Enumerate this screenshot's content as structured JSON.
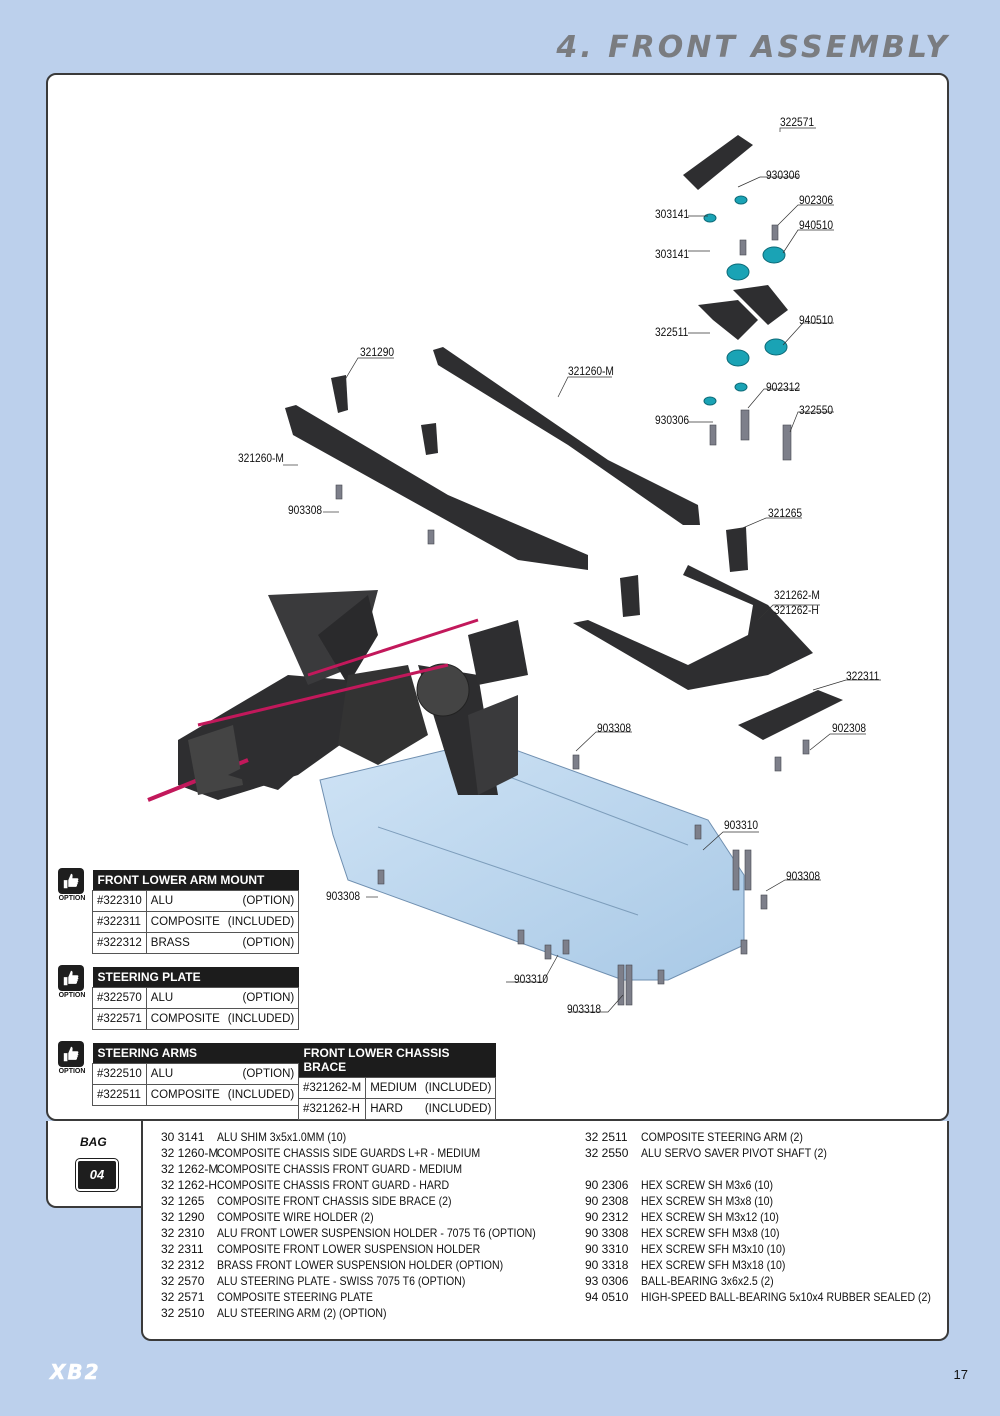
{
  "header": {
    "title": "4. FRONT ASSEMBLY"
  },
  "labels": [
    {
      "id": "322571",
      "text": "322571"
    },
    {
      "id": "930306a",
      "text": "930306"
    },
    {
      "id": "303141a",
      "text": "303141"
    },
    {
      "id": "902306",
      "text": "902306"
    },
    {
      "id": "940510a",
      "text": "940510"
    },
    {
      "id": "303141b",
      "text": "303141"
    },
    {
      "id": "322511",
      "text": "322511"
    },
    {
      "id": "940510b",
      "text": "940510"
    },
    {
      "id": "321290",
      "text": "321290"
    },
    {
      "id": "321260a",
      "text": "321260-M"
    },
    {
      "id": "902312",
      "text": "902312"
    },
    {
      "id": "930306b",
      "text": "930306"
    },
    {
      "id": "322550",
      "text": "322550"
    },
    {
      "id": "321260b",
      "text": "321260-M"
    },
    {
      "id": "903308a",
      "text": "903308"
    },
    {
      "id": "321265",
      "text": "321265"
    },
    {
      "id": "321262m",
      "text": "321262-M"
    },
    {
      "id": "321262h",
      "text": "321262-H"
    },
    {
      "id": "322311",
      "text": "322311"
    },
    {
      "id": "903308b",
      "text": "903308"
    },
    {
      "id": "902308",
      "text": "902308"
    },
    {
      "id": "903310a",
      "text": "903310"
    },
    {
      "id": "903308c",
      "text": "903308"
    },
    {
      "id": "903308d",
      "text": "903308"
    },
    {
      "id": "903310b",
      "text": "903310"
    },
    {
      "id": "903318",
      "text": "903318"
    }
  ],
  "option_caption": "OPTION",
  "option_tables": [
    {
      "title": "FRONT LOWER ARM MOUNT",
      "rows": [
        {
          "code": "#322310",
          "material": "ALU",
          "status": "(OPTION)"
        },
        {
          "code": "#322311",
          "material": "COMPOSITE",
          "status": "(INCLUDED)"
        },
        {
          "code": "#322312",
          "material": "BRASS",
          "status": "(OPTION)"
        }
      ]
    },
    {
      "title": "STEERING PLATE",
      "rows": [
        {
          "code": "#322570",
          "material": "ALU",
          "status": "(OPTION)"
        },
        {
          "code": "#322571",
          "material": "COMPOSITE",
          "status": "(INCLUDED)"
        }
      ]
    },
    {
      "title": "STEERING ARMS",
      "rows": [
        {
          "code": "#322510",
          "material": "ALU",
          "status": "(OPTION)"
        },
        {
          "code": "#322511",
          "material": "COMPOSITE",
          "status": "(INCLUDED)"
        }
      ]
    },
    {
      "title": "FRONT LOWER CHASSIS BRACE",
      "rows": [
        {
          "code": "#321262-M",
          "material": "MEDIUM",
          "status": "(INCLUDED)"
        },
        {
          "code": "#321262-H",
          "material": "HARD",
          "status": "(INCLUDED)"
        }
      ]
    }
  ],
  "bag": {
    "label": "BAG",
    "number": "04"
  },
  "parts_left": [
    {
      "num": "30 3141",
      "desc": "ALU SHIM 3x5x1.0MM (10)"
    },
    {
      "num": "32 1260-M",
      "desc": "COMPOSITE CHASSIS SIDE GUARDS L+R - MEDIUM"
    },
    {
      "num": "32 1262-M",
      "desc": "COMPOSITE CHASSIS FRONT GUARD - MEDIUM"
    },
    {
      "num": "32 1262-H",
      "desc": "COMPOSITE CHASSIS FRONT GUARD - HARD"
    },
    {
      "num": "32 1265",
      "desc": "COMPOSITE FRONT CHASSIS SIDE BRACE (2)"
    },
    {
      "num": "32 1290",
      "desc": "COMPOSITE WIRE HOLDER (2)"
    },
    {
      "num": "32 2310",
      "desc": "ALU FRONT LOWER SUSPENSION HOLDER - 7075 T6 (OPTION)"
    },
    {
      "num": "32 2311",
      "desc": "COMPOSITE FRONT LOWER SUSPENSION HOLDER"
    },
    {
      "num": "32 2312",
      "desc": "BRASS FRONT LOWER SUSPENSION HOLDER (OPTION)"
    },
    {
      "num": "32 2570",
      "desc": "ALU STEERING PLATE - SWISS 7075 T6 (OPTION)"
    },
    {
      "num": "32 2571",
      "desc": "COMPOSITE STEERING PLATE"
    },
    {
      "num": "32 2510",
      "desc": "ALU STEERING ARM (2) (OPTION)"
    }
  ],
  "parts_right_a": [
    {
      "num": "32 2511",
      "desc": "COMPOSITE STEERING ARM (2)"
    },
    {
      "num": "32 2550",
      "desc": "ALU SERVO SAVER PIVOT SHAFT (2)"
    }
  ],
  "parts_right_b": [
    {
      "num": "90 2306",
      "desc": "HEX SCREW  SH M3x6  (10)"
    },
    {
      "num": "90 2308",
      "desc": "HEX SCREW  SH M3x8  (10)"
    },
    {
      "num": "90 2312",
      "desc": "HEX SCREW  SH M3x12  (10)"
    },
    {
      "num": "90 3308",
      "desc": "HEX SCREW  SFH M3x8  (10)"
    },
    {
      "num": "90 3310",
      "desc": "HEX SCREW  SFH M3x10  (10)"
    },
    {
      "num": "90 3318",
      "desc": "HEX SCREW  SFH M3x18  (10)"
    },
    {
      "num": "93 0306",
      "desc": "BALL-BEARING 3x6x2.5  (2)"
    },
    {
      "num": "94 0510",
      "desc": "HIGH-SPEED BALL-BEARING 5x10x4 RUBBER SEALED  (2)"
    }
  ],
  "footer": {
    "logo": "XB2",
    "page": "17"
  },
  "colors": {
    "background": "#bcd0ec",
    "chassis_plate": "#b7d4ec",
    "parts_dark": "#2e2e30",
    "bearing": "#1aa3b5",
    "rod": "#c2185b"
  }
}
